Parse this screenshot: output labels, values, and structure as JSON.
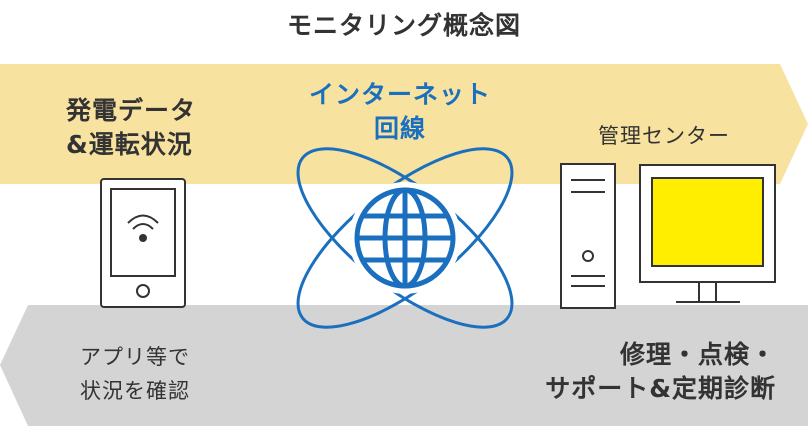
{
  "title": "モニタリング概念図",
  "generation_label": {
    "line1": "発電データ",
    "line2": "&運転状況"
  },
  "internet_label": {
    "line1": "インターネット",
    "line2": "回線"
  },
  "management_center_label": "管理センター",
  "app_label": {
    "line1": "アプリ等で",
    "line2": "状況を確認"
  },
  "repair_label": {
    "line1": "修理・点検・",
    "line2": "サポート&定期診断"
  },
  "icons": [
    "smartphone-icon",
    "wifi-icon",
    "globe-icon",
    "orbit-icon",
    "pc-tower-icon",
    "monitor-icon"
  ],
  "colors": {
    "upper_arrow": "#f8e2a0",
    "lower_arrow": "#d4d4d4",
    "line": "#333333",
    "internet": "#1a6fbf",
    "screen": "#ffee00"
  }
}
